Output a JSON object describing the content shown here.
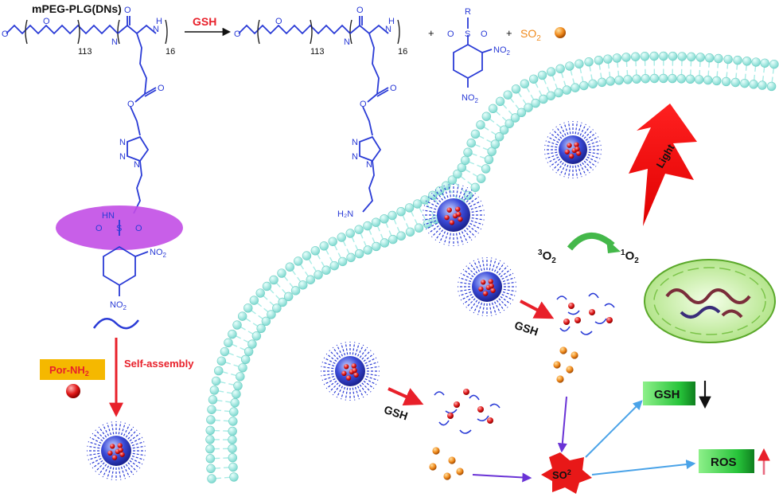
{
  "title": "mPEG-PLG(DNs)",
  "reaction": {
    "reagent_label": "GSH",
    "n_peg": "113",
    "n_plg": "16",
    "plus": "+",
    "byproduct_so2": "SO",
    "byproduct_so2_sub": "2",
    "sulfonyl_r": "R",
    "no2": "NO",
    "no2_sub": "2",
    "atoms": {
      "O": "O",
      "N": "N",
      "H": "H",
      "S": "S",
      "NH": "HN",
      "H2N": "H₂N",
      "H_amide": "H"
    }
  },
  "assembly": {
    "por_label": "Por-NH",
    "por_sub": "2",
    "self_assembly_label": "Self-assembly"
  },
  "cell": {
    "gsh_label": "GSH",
    "light_label": "Light",
    "triplet_o2_pre": "3",
    "triplet_o2": "O",
    "triplet_o2_sub": "2",
    "singlet_o2_pre": "1",
    "singlet_o2": "O",
    "singlet_o2_sub": "2",
    "so2_center": "SO",
    "so2_center_sup": "2",
    "gsh_box": "GSH",
    "ros_box": "ROS"
  },
  "colors": {
    "structure_blue": "#2a3bd6",
    "highlight_magenta": "#c24ee6",
    "membrane_cyan": "#a9ece6",
    "arrow_red": "#e8202a",
    "so2_orange": "#f08a1c",
    "green_box": "#2ecc40",
    "arrow_purple": "#6a33d6",
    "arrow_lightblue": "#4aa3e8"
  }
}
